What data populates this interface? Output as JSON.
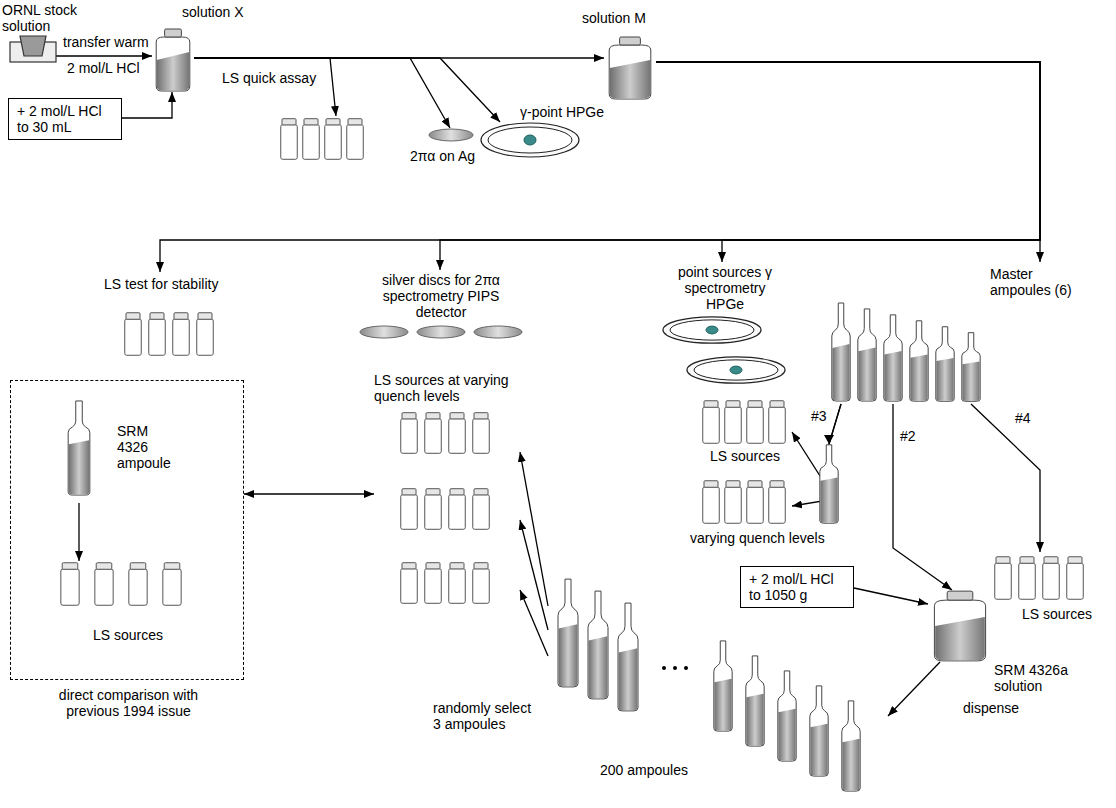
{
  "diagram": {
    "nodes": [
      {
        "text": [
          "ORNL stock solution"
        ]
      },
      {
        "text": [
          "+ 2 mol/L HCl to 30 mL"
        ]
      },
      {
        "text": [
          "solution X"
        ]
      },
      {
        "text": [
          "LS quick assay"
        ]
      },
      {
        "text": [
          "2πα on Ag"
        ]
      },
      {
        "text": [
          "γ-point HPGe"
        ]
      },
      {
        "text": [
          "solution M"
        ]
      },
      {
        "text": [
          "LS test for stability"
        ]
      },
      {
        "text": [
          "silver discs for 2πα spectrometry PIPS detector"
        ]
      },
      {
        "text": [
          "point sources γ spectrometry HPGe"
        ]
      },
      {
        "text": [
          "Master ampoules (6)"
        ]
      },
      {
        "text": [
          "LS sources"
        ]
      },
      {
        "text": [
          "varying quench levels"
        ]
      },
      {
        "text": [
          "LS sources"
        ]
      },
      {
        "text": [
          "+ 2 mol/L HCl to 1050 g"
        ]
      },
      {
        "text": [
          "SRM 4326a solution"
        ]
      },
      {
        "text": [
          "200 ampoules"
        ]
      },
      {
        "text": [
          "LS sources at varying quench levels"
        ]
      },
      {
        "text": [
          "direct comparison with previous 1994 issue"
        ]
      },
      {
        "text": [
          "SRM 4326 ampoule"
        ],
        "in": 18
      },
      {
        "text": [
          "LS sources"
        ],
        "in": 18
      }
    ],
    "edges": [
      {
        "from": 0,
        "to": 2,
        "arrow": "to",
        "label": "transfer warm"
      },
      {
        "from": 1,
        "to": 2,
        "arrow": "to"
      },
      {
        "from": 2,
        "to": 6,
        "arrow": "to"
      },
      {
        "from": 2,
        "to": 3,
        "arrow": "to"
      },
      {
        "from": 2,
        "to": 4,
        "arrow": "to"
      },
      {
        "from": 2,
        "to": 5,
        "arrow": "to"
      },
      {
        "from": 6,
        "to": 7,
        "arrow": "to"
      },
      {
        "from": 6,
        "to": 8,
        "arrow": "to"
      },
      {
        "from": 6,
        "to": 9,
        "arrow": "to"
      },
      {
        "from": 6,
        "to": 10,
        "arrow": "to"
      },
      {
        "from": 10,
        "to": 11,
        "arrow": "to",
        "label": "#3"
      },
      {
        "from": 10,
        "to": 12,
        "arrow": "to"
      },
      {
        "from": 10,
        "to": 15,
        "arrow": "to",
        "label": "#2"
      },
      {
        "from": 10,
        "to": 13,
        "arrow": "to",
        "label": "#4"
      },
      {
        "from": 14,
        "to": 15,
        "arrow": "to"
      },
      {
        "from": 15,
        "to": 16,
        "arrow": "to",
        "label": "dispense"
      },
      {
        "from": 16,
        "to": 17,
        "arrow": "to",
        "label": "randomly select 3 ampoules"
      },
      {
        "from": 19,
        "to": 20,
        "arrow": "to"
      },
      {
        "from": 18,
        "to": 17,
        "arrow": "both"
      }
    ],
    "labels": [
      "2 mol/L HCl"
    ]
  }
}
